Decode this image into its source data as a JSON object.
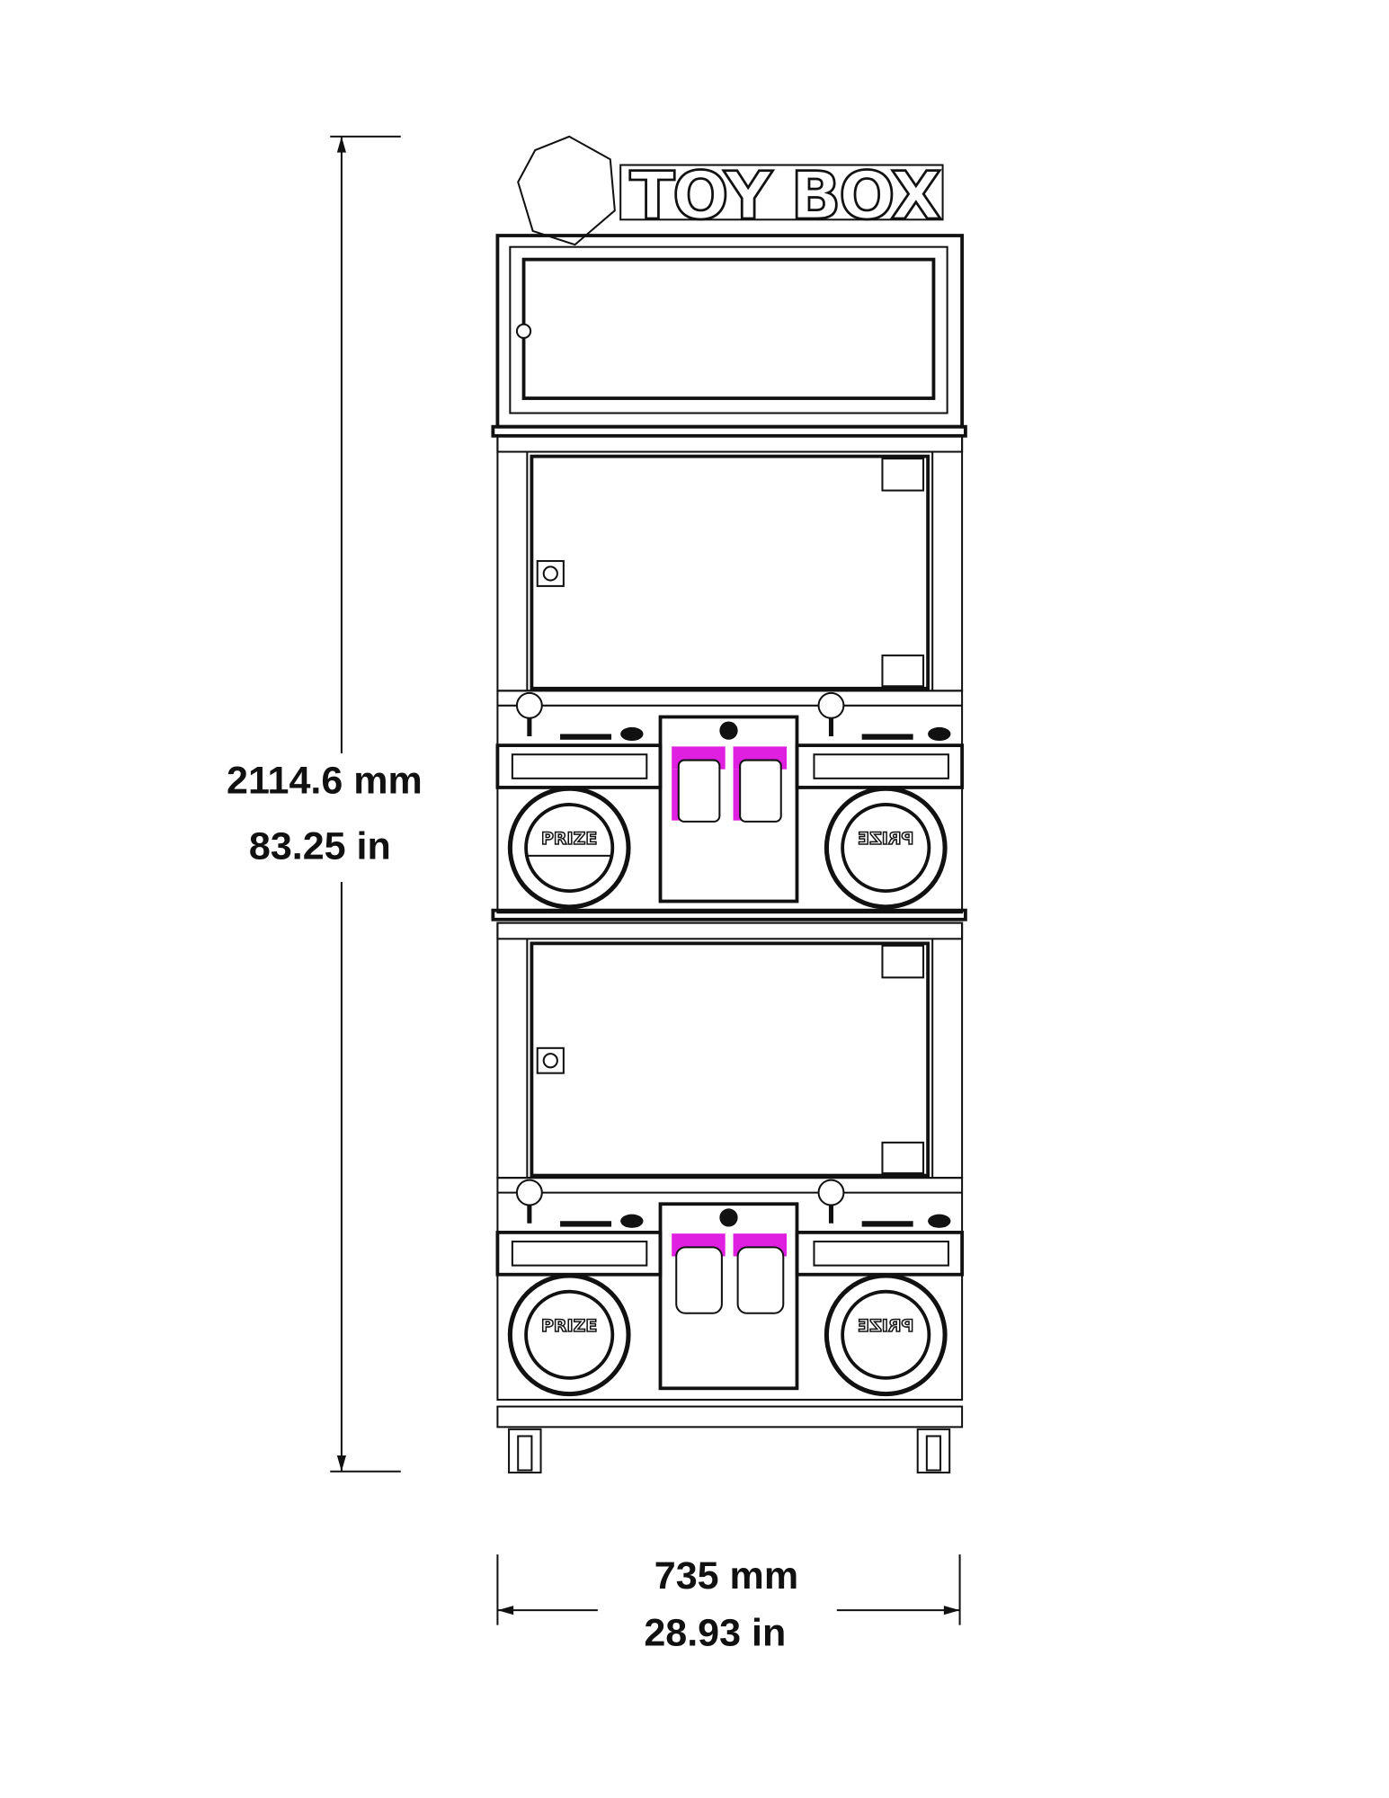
{
  "logo": {
    "text": "TOY BOX"
  },
  "height_dimension": {
    "mm": "2114.6 mm",
    "in": "83.25 in"
  },
  "width_dimension": {
    "mm": "735 mm",
    "in": "28.93 in"
  },
  "prize_label": "PRIZE",
  "colors": {
    "line": "#111111",
    "accent": "#e020e0",
    "background": "#ffffff"
  }
}
